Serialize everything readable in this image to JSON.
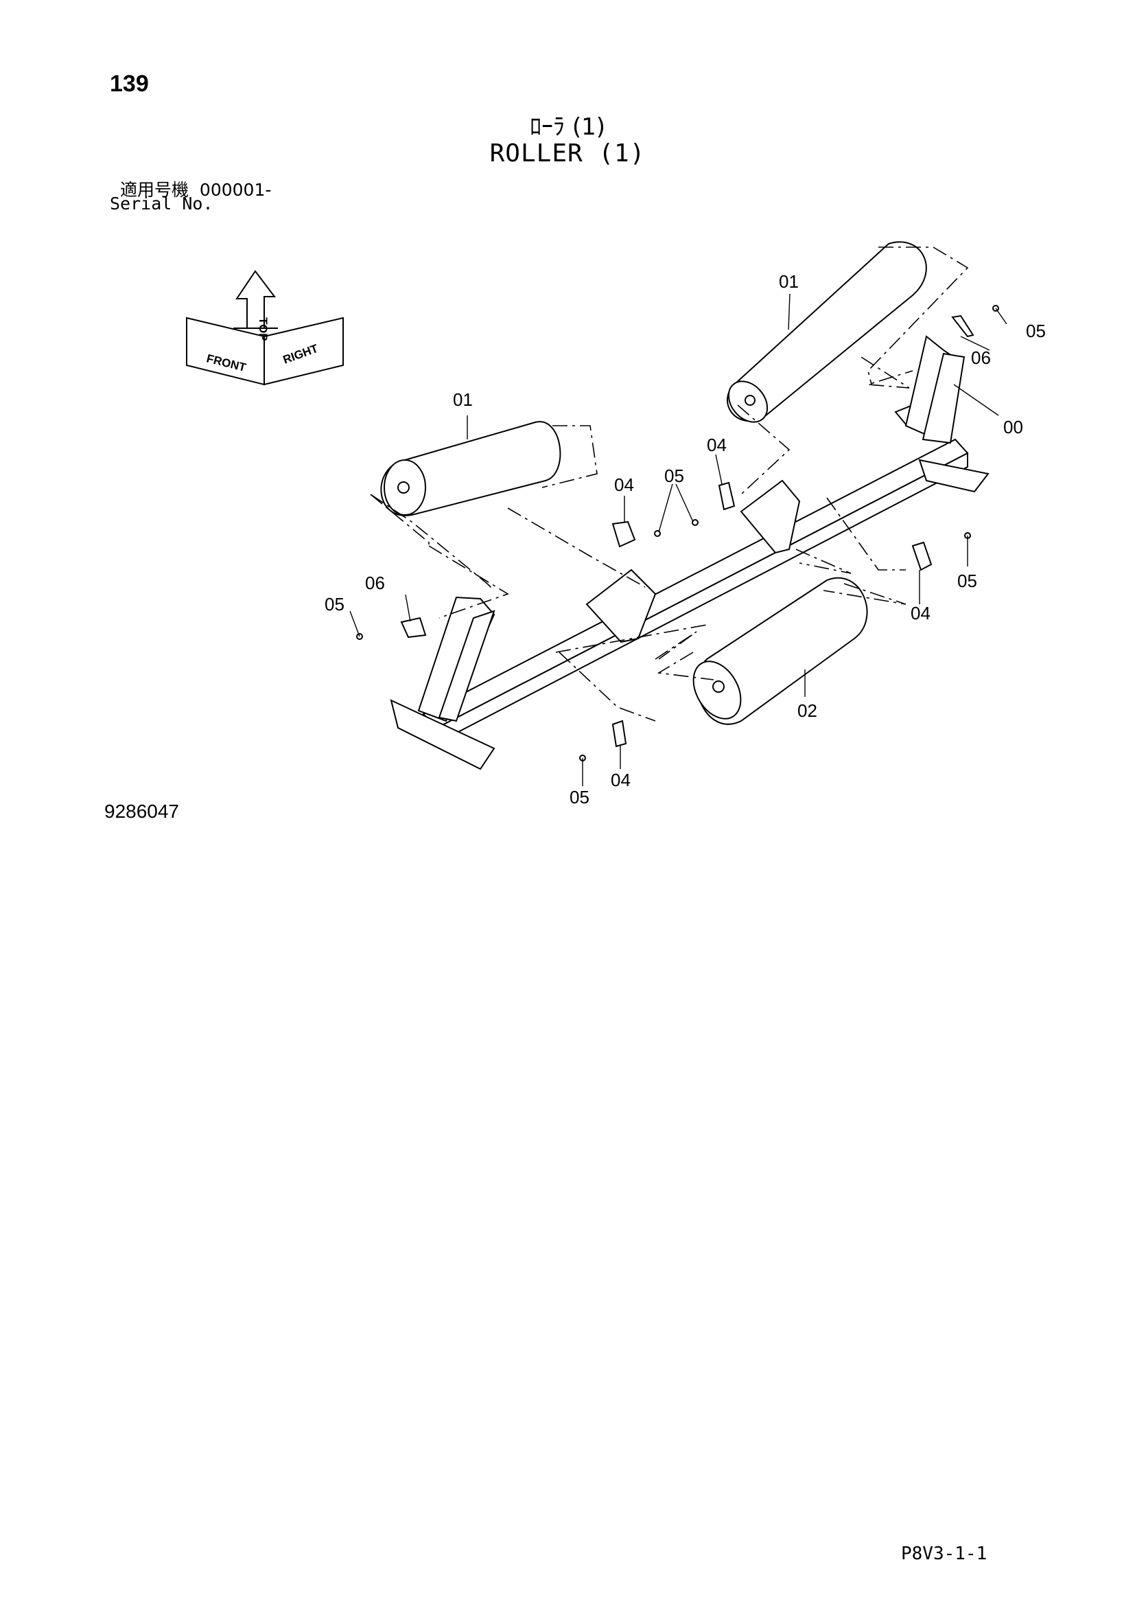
{
  "header": {
    "page_number": "139",
    "title_jp": "ﾛｰﾗ (1)",
    "title_en": "ROLLER (1)",
    "serial_label_jp": "適用号機",
    "serial_value": "000001-",
    "serial_label_en": "Serial No."
  },
  "orientation_icon": {
    "labels": [
      "FRONT",
      "TOP",
      "RIGHT"
    ]
  },
  "callouts": [
    "00",
    "01",
    "01",
    "02",
    "04",
    "04",
    "04",
    "04",
    "05",
    "05",
    "05",
    "05",
    "05",
    "06",
    "06"
  ],
  "footer": {
    "illustration_code": "9286047",
    "page_ref": "P8V3-1-1"
  }
}
